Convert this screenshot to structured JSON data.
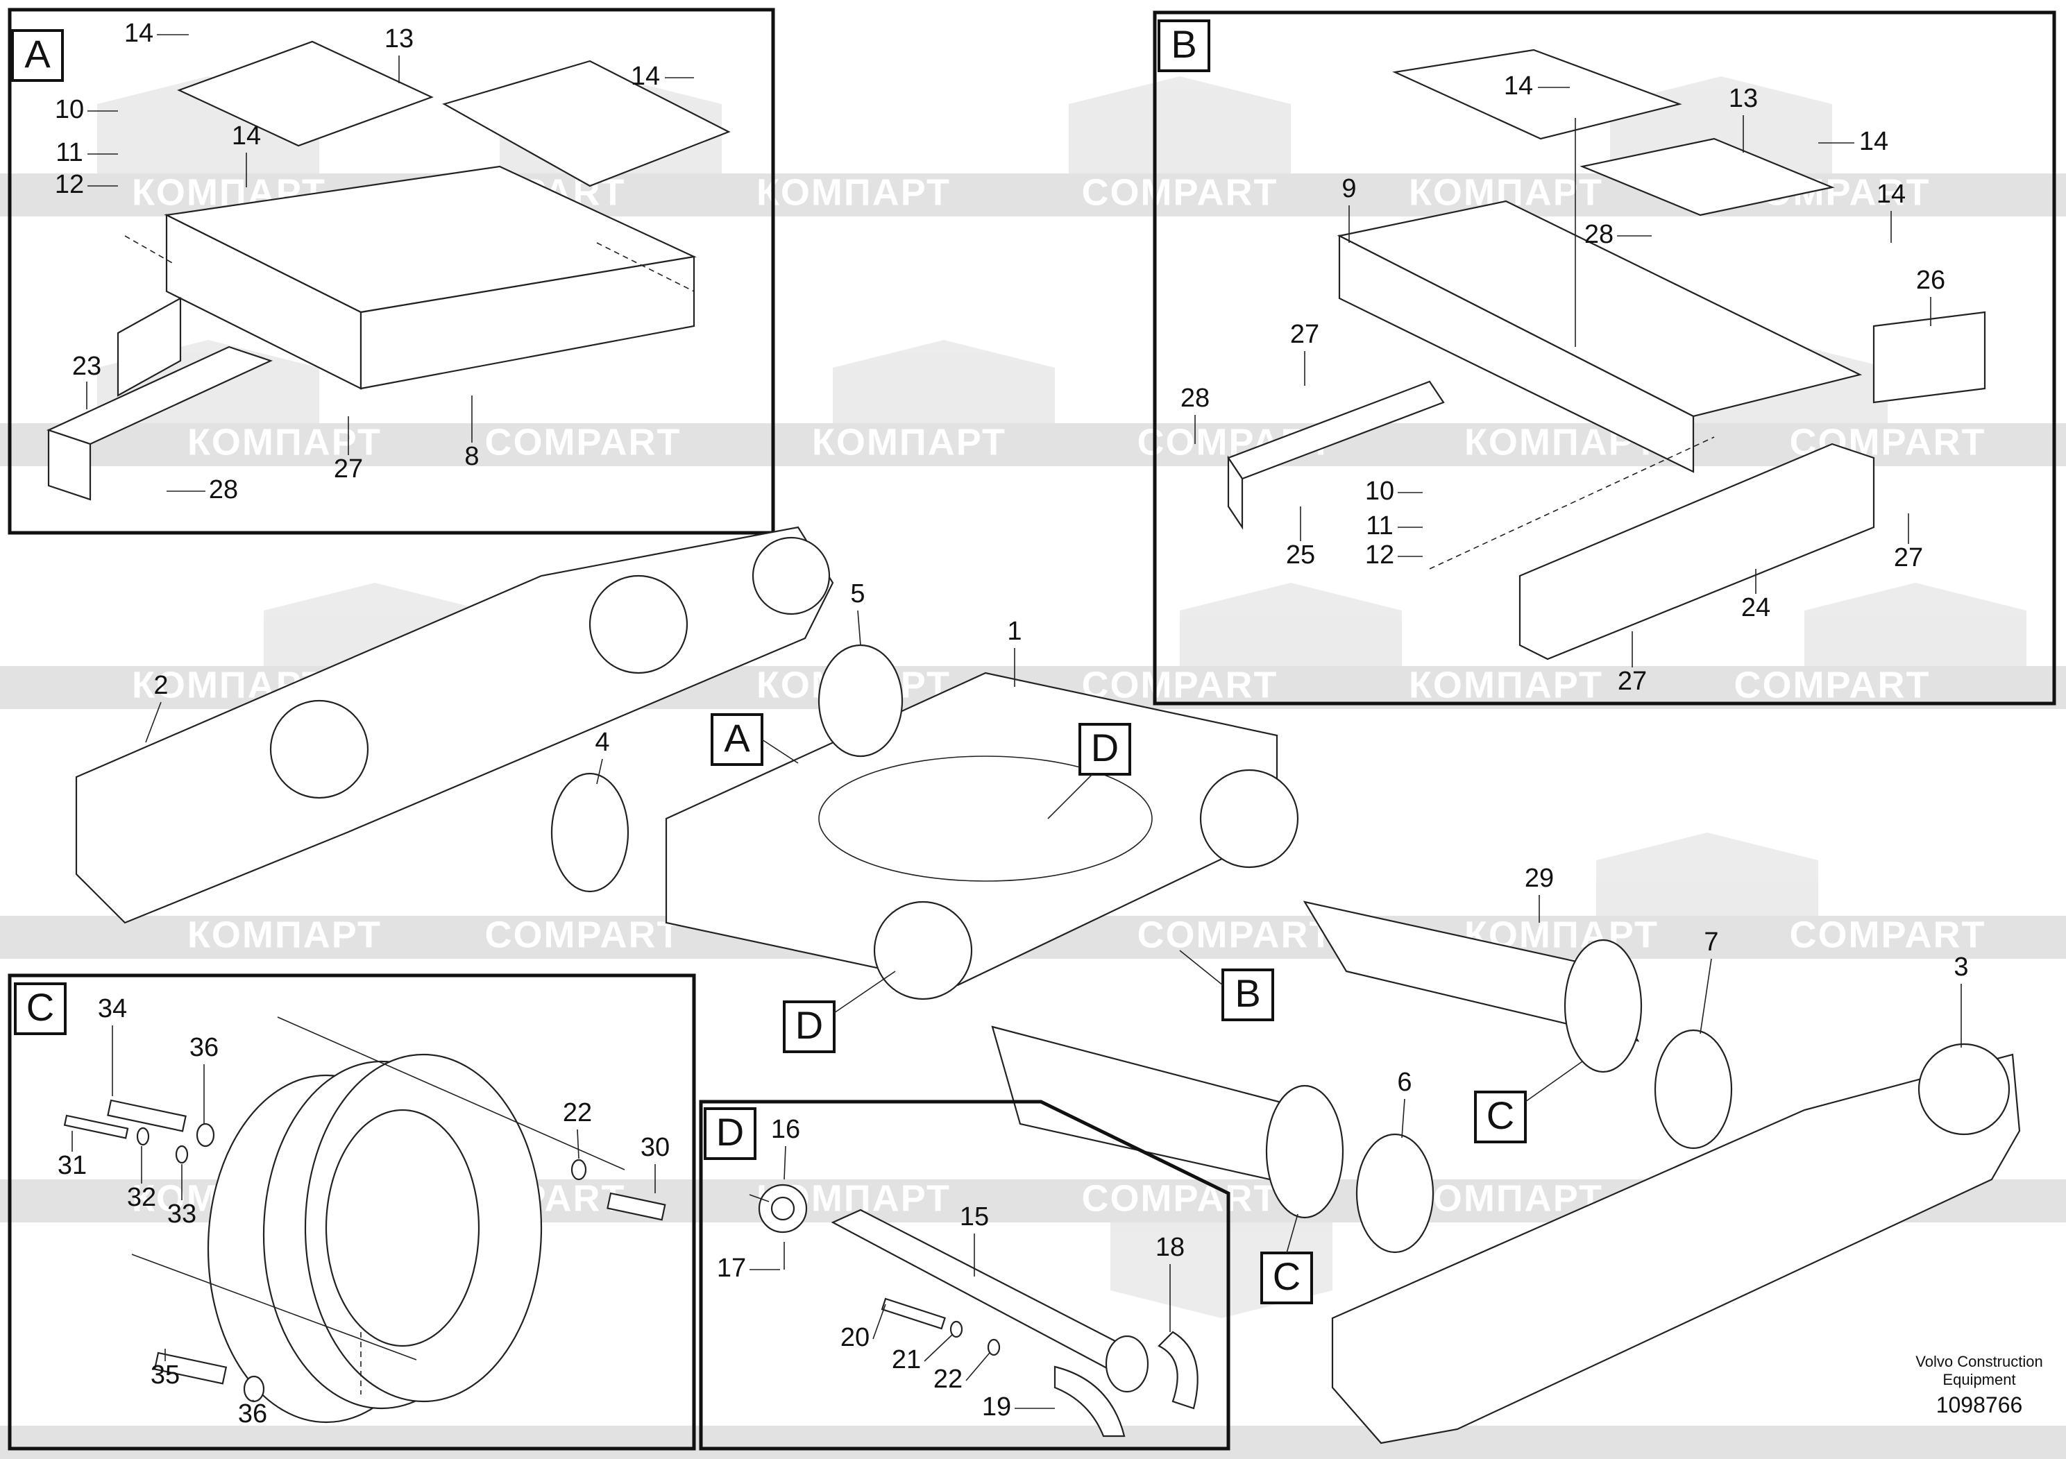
{
  "panels": {
    "A": {
      "tag": "A",
      "labels": [
        "14",
        "13",
        "14",
        "10",
        "11",
        "12",
        "14",
        "23",
        "27",
        "28",
        "8"
      ]
    },
    "B": {
      "tag": "B",
      "labels": [
        "14",
        "13",
        "14",
        "9",
        "14",
        "28",
        "26",
        "27",
        "28",
        "10",
        "11",
        "12",
        "25",
        "27",
        "24",
        "27"
      ]
    },
    "C": {
      "tag": "C",
      "labels": [
        "34",
        "36",
        "31",
        "32",
        "33",
        "22",
        "30",
        "35",
        "36"
      ]
    },
    "D": {
      "tag": "D",
      "labels": [
        "16",
        "15",
        "17",
        "18",
        "20",
        "21",
        "22",
        "19"
      ]
    }
  },
  "main": {
    "labels": [
      "5",
      "1",
      "2",
      "4",
      "29",
      "7",
      "3",
      "6"
    ],
    "callouts": [
      "A",
      "D",
      "B",
      "D",
      "C",
      "C"
    ]
  },
  "watermark": {
    "latin": "COMPART",
    "cyrillic": "КОМПАРТ"
  },
  "footer": {
    "caption_line1": "Volvo Construction",
    "caption_line2": "Equipment",
    "doc_number": "1098766"
  }
}
